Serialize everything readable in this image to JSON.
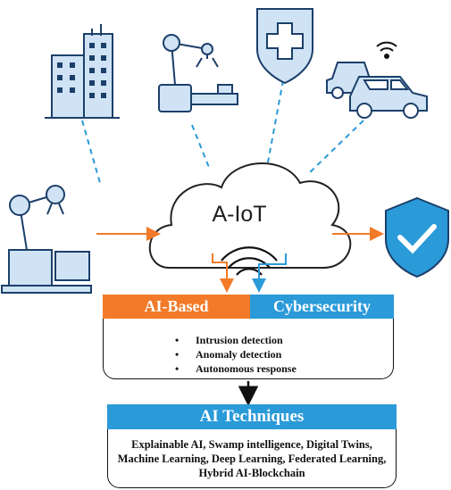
{
  "cloud": {
    "label": "A-IoT"
  },
  "ai_based_header": "AI-Based",
  "cybersecurity_header": "Cybersecurity",
  "capabilities": [
    "Intrusion detection",
    "Anomaly detection",
    "Autonomous response"
  ],
  "bullet_glyph": "•",
  "techniques": {
    "header": "AI Techniques",
    "text": "Explainable AI, Swamp intelligence, Digital Twins, Machine Learning, Deep Learning, Federated Learning, Hybrid AI-Blockchain"
  },
  "icons": [
    "city-buildings-icon",
    "robotic-arm-icon",
    "health-shield-icon",
    "connected-cars-icon",
    "industrial-robot-icon",
    "security-check-shield-icon",
    "wifi-icon"
  ],
  "colors": {
    "orange": "#f27a28",
    "blue": "#2a9ad8",
    "icon_blue": "#cfe3f5",
    "icon_stroke": "#1c3f6a"
  }
}
